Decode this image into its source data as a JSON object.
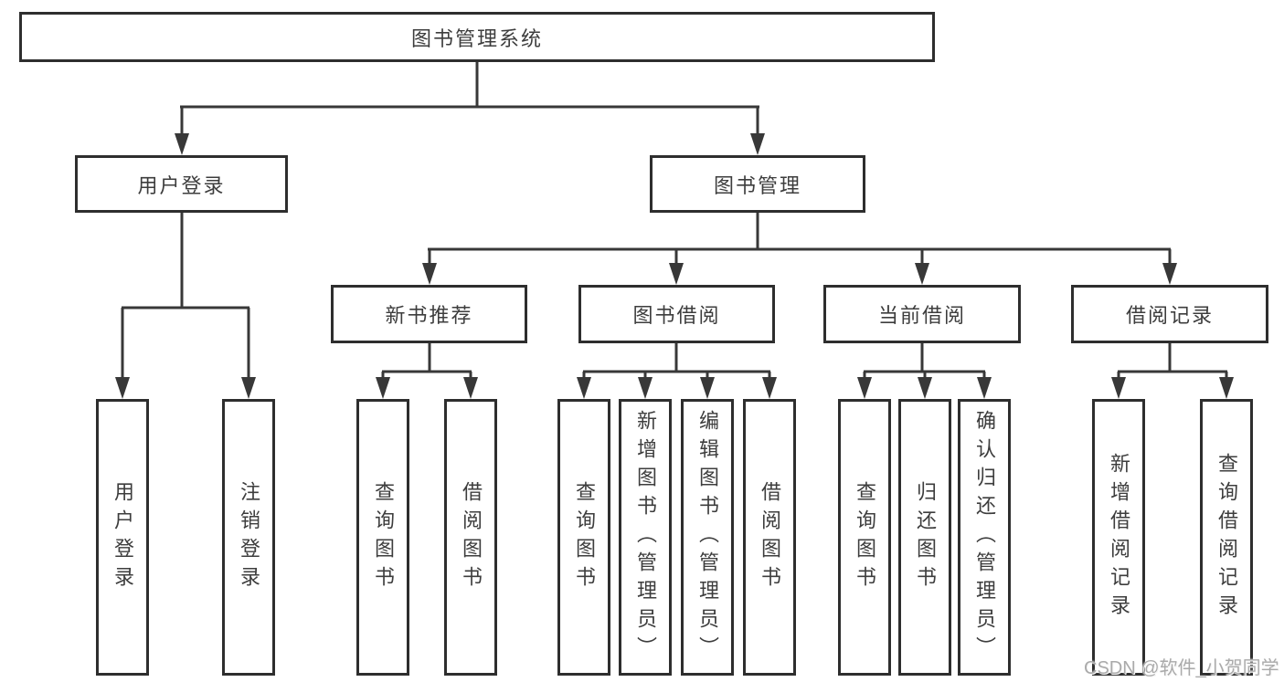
{
  "tree": {
    "label": "图书管理系统",
    "children": [
      {
        "label": "用户登录",
        "children": [
          {
            "label": "用户登录"
          },
          {
            "label": "注销登录"
          }
        ]
      },
      {
        "label": "图书管理",
        "children": [
          {
            "label": "新书推荐",
            "children": [
              {
                "label": "查询图书"
              },
              {
                "label": "借阅图书"
              }
            ]
          },
          {
            "label": "图书借阅",
            "children": [
              {
                "label": "查询图书"
              },
              {
                "label": "新增图书（管理员）"
              },
              {
                "label": "编辑图书（管理员）"
              },
              {
                "label": "借阅图书"
              }
            ]
          },
          {
            "label": "当前借阅",
            "children": [
              {
                "label": "查询图书"
              },
              {
                "label": "归还图书"
              },
              {
                "label": "确认归还（管理员）"
              }
            ]
          },
          {
            "label": "借阅记录",
            "children": [
              {
                "label": "新增借阅记录"
              },
              {
                "label": "查询借阅记录"
              }
            ]
          }
        ]
      }
    ]
  },
  "watermark": {
    "text": "CSDN @软件_小贺同学"
  },
  "colors": {
    "line": "#383838",
    "box_border": "#2e2e2e",
    "text": "#3d3d3d",
    "watermark": "#aaaaaa",
    "background": "#ffffff"
  }
}
